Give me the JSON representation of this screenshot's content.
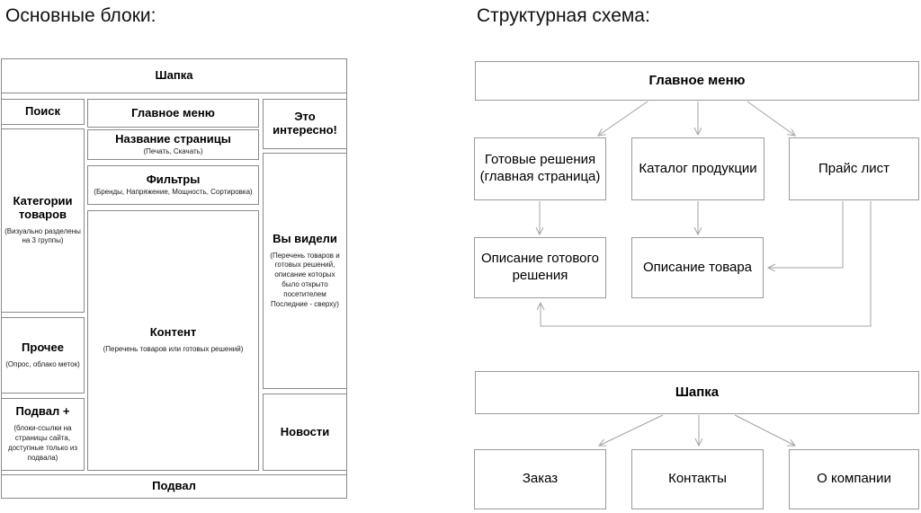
{
  "left": {
    "heading": "Основные блоки:",
    "shapka": {
      "title": "Шапка"
    },
    "poisk": {
      "title": "Поиск"
    },
    "glavnoe_menu": {
      "title": "Главное меню"
    },
    "interesno": {
      "title": "Это интересно!"
    },
    "kategorii": {
      "title": "Категории товаров",
      "note": "(Визуально разделены на 3 группы)"
    },
    "nazvanie": {
      "title": "Название страницы",
      "note": "(Печать, Скачать)"
    },
    "filtry": {
      "title": "Фильтры",
      "note": "(Бренды, Напряжение, Мощность, Сортировка)"
    },
    "kontent": {
      "title": "Контент",
      "note": "(Перечень товаров или готовых решений)"
    },
    "vy_videli": {
      "title": "Вы видели",
      "note": "(Перечень товаров и готовых решений, описание которых было открыто посетителем\nПоследние - сверху)"
    },
    "prochee": {
      "title": "Прочее",
      "note": "(Опрос, облако меток)"
    },
    "podval_plus": {
      "title": "Подвал +",
      "note": "(блоки-ссылки на страницы сайта, доступные только из подвала)"
    },
    "novosti": {
      "title": "Новости"
    },
    "podval": {
      "title": "Подвал"
    }
  },
  "right": {
    "heading": "Структурная схема:",
    "glavnoe_menu": "Главное меню",
    "gotovye": "Готовые решения\n(главная страница)",
    "katalog": "Каталог продукции",
    "price": "Прайс лист",
    "opisanie_resheniya": "Описание готового\nрешения",
    "opisanie_tovara": "Описание товара",
    "shapka": "Шапка",
    "zakaz": "Заказ",
    "kontakty": "Контакты",
    "o_kompanii": "О компании"
  },
  "colors": {
    "wire_border": "#8a8a8a",
    "node_border": "#9a9a9a",
    "arrow": "#a3a3a3",
    "text": "#000000"
  }
}
